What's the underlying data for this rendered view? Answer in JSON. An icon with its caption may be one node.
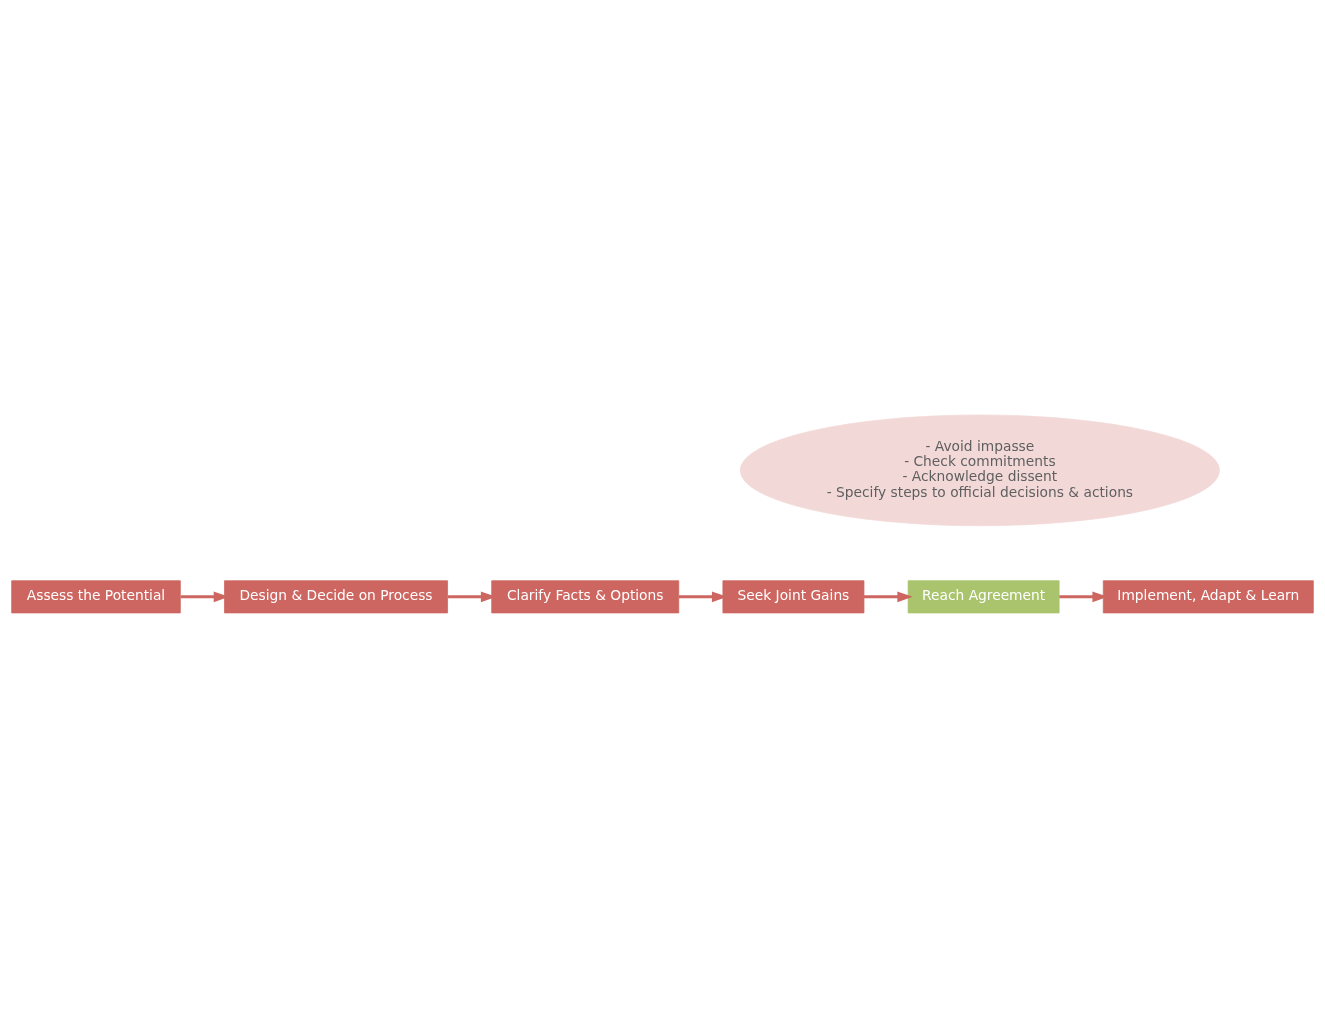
{
  "diagram": {
    "nodes": [
      {
        "text": [
          "Assess the Potential"
        ]
      },
      {
        "text": [
          "Implement, Adapt & Learn"
        ]
      },
      {
        "text": [
          "Design & Decide on Process"
        ]
      },
      {
        "text": [
          "- Avoid impasse",
          "- Check commitments",
          "- Acknowledge dissent",
          "- Specify steps to official decisions & actions"
        ]
      },
      {
        "text": [
          "Reach Agreement"
        ]
      },
      {
        "text": [
          "Clarify Facts & Options"
        ]
      },
      {
        "text": [
          "Seek Joint Gains"
        ]
      }
    ],
    "edges": [
      {
        "from": 0,
        "to": 2,
        "arrow": "to"
      },
      {
        "from": 2,
        "to": 5,
        "arrow": "to"
      },
      {
        "from": 5,
        "to": 6,
        "arrow": "to"
      },
      {
        "from": 6,
        "to": 4,
        "arrow": "to"
      },
      {
        "from": 4,
        "to": 1,
        "arrow": "to"
      }
    ]
  }
}
